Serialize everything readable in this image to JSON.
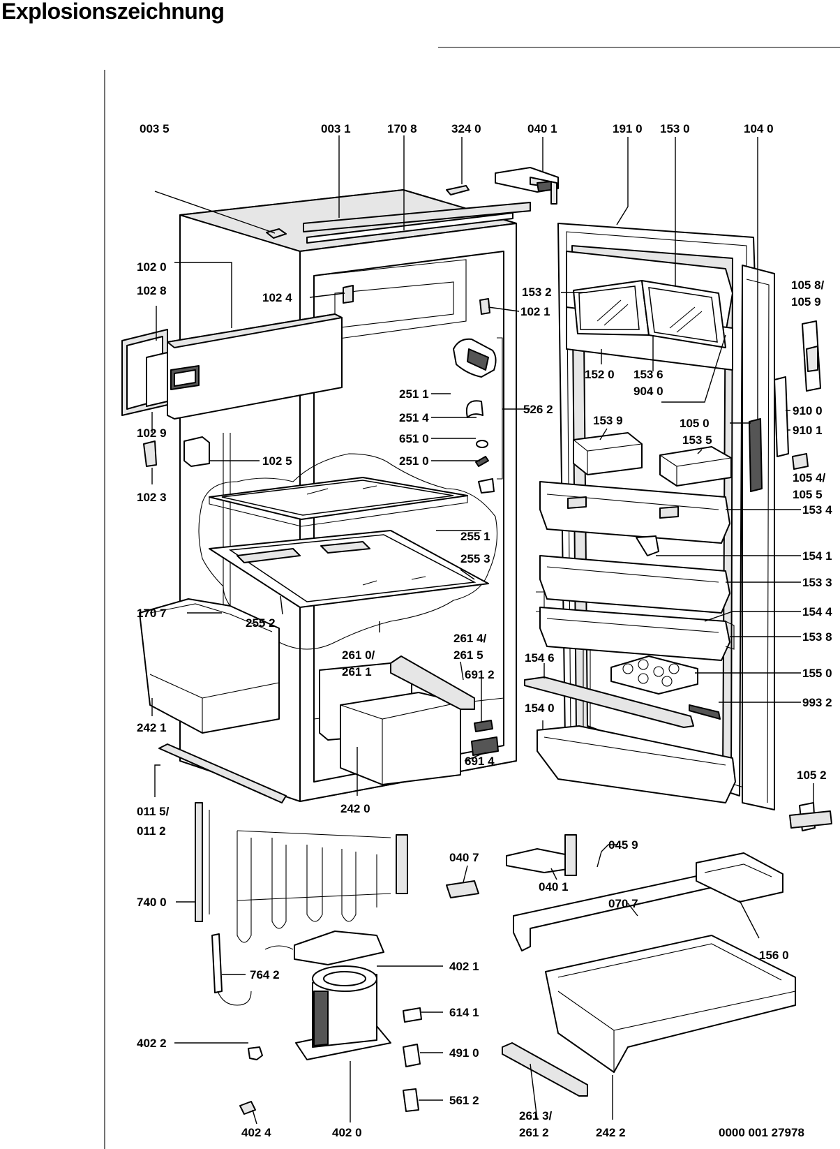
{
  "title": "Explosionszeichnung",
  "drawing_number": "0000 001 27978",
  "labels": [
    {
      "id": "003-5",
      "text": "003 5"
    },
    {
      "id": "003-1",
      "text": "003 1"
    },
    {
      "id": "170-8",
      "text": "170 8"
    },
    {
      "id": "324-0",
      "text": "324 0"
    },
    {
      "id": "040-1-top",
      "text": "040 1"
    },
    {
      "id": "191-0",
      "text": "191 0"
    },
    {
      "id": "153-0",
      "text": "153 0"
    },
    {
      "id": "104-0",
      "text": "104 0"
    },
    {
      "id": "102-0",
      "text": "102 0"
    },
    {
      "id": "102-8",
      "text": "102 8"
    },
    {
      "id": "102-4",
      "text": "102 4"
    },
    {
      "id": "102-1",
      "text": "102 1"
    },
    {
      "id": "153-2",
      "text": "153 2"
    },
    {
      "id": "105-8",
      "text": "105 8/"
    },
    {
      "id": "105-9",
      "text": "105 9"
    },
    {
      "id": "152-0",
      "text": "152 0"
    },
    {
      "id": "153-6",
      "text": "153 6"
    },
    {
      "id": "904-0",
      "text": "904 0"
    },
    {
      "id": "251-1",
      "text": "251 1"
    },
    {
      "id": "526-2",
      "text": "526 2"
    },
    {
      "id": "251-4",
      "text": "251 4"
    },
    {
      "id": "651-0",
      "text": "651 0"
    },
    {
      "id": "251-0",
      "text": "251 0"
    },
    {
      "id": "102-9",
      "text": "102 9"
    },
    {
      "id": "102-5",
      "text": "102 5"
    },
    {
      "id": "102-3",
      "text": "102 3"
    },
    {
      "id": "153-9",
      "text": "153 9"
    },
    {
      "id": "105-0",
      "text": "105 0"
    },
    {
      "id": "153-5",
      "text": "153 5"
    },
    {
      "id": "910-0",
      "text": "910 0"
    },
    {
      "id": "910-1",
      "text": "910 1"
    },
    {
      "id": "105-4",
      "text": "105 4/"
    },
    {
      "id": "105-5",
      "text": "105 5"
    },
    {
      "id": "153-4",
      "text": "153 4"
    },
    {
      "id": "255-1",
      "text": "255 1"
    },
    {
      "id": "154-1",
      "text": "154 1"
    },
    {
      "id": "255-3",
      "text": "255 3"
    },
    {
      "id": "153-3",
      "text": "153 3"
    },
    {
      "id": "154-4",
      "text": "154 4"
    },
    {
      "id": "170-7",
      "text": "170 7"
    },
    {
      "id": "255-2",
      "text": "255 2"
    },
    {
      "id": "153-8",
      "text": "153 8"
    },
    {
      "id": "261-4",
      "text": "261 4/"
    },
    {
      "id": "261-5",
      "text": "261 5"
    },
    {
      "id": "261-0",
      "text": "261 0/"
    },
    {
      "id": "261-1",
      "text": "261 1"
    },
    {
      "id": "154-6",
      "text": "154 6"
    },
    {
      "id": "155-0",
      "text": "155 0"
    },
    {
      "id": "691-2",
      "text": "691 2"
    },
    {
      "id": "993-2",
      "text": "993 2"
    },
    {
      "id": "154-0",
      "text": "154 0"
    },
    {
      "id": "242-1",
      "text": "242 1"
    },
    {
      "id": "691-4",
      "text": "691 4"
    },
    {
      "id": "105-2",
      "text": "105 2"
    },
    {
      "id": "011-5",
      "text": "011 5/"
    },
    {
      "id": "011-2",
      "text": "011 2"
    },
    {
      "id": "242-0",
      "text": "242 0"
    },
    {
      "id": "045-9",
      "text": "045 9"
    },
    {
      "id": "040-7",
      "text": "040 7"
    },
    {
      "id": "040-1-bottom",
      "text": "040 1"
    },
    {
      "id": "740-0",
      "text": "740 0"
    },
    {
      "id": "070-7",
      "text": "070 7"
    },
    {
      "id": "156-0",
      "text": "156 0"
    },
    {
      "id": "402-1",
      "text": "402 1"
    },
    {
      "id": "764-2",
      "text": "764 2"
    },
    {
      "id": "614-1",
      "text": "614 1"
    },
    {
      "id": "402-2",
      "text": "402 2"
    },
    {
      "id": "491-0",
      "text": "491 0"
    },
    {
      "id": "261-3",
      "text": "261 3/"
    },
    {
      "id": "261-2",
      "text": "261 2"
    },
    {
      "id": "561-2",
      "text": "561 2"
    },
    {
      "id": "402-4",
      "text": "402 4"
    },
    {
      "id": "402-0",
      "text": "402 0"
    },
    {
      "id": "242-2",
      "text": "242 2"
    }
  ]
}
